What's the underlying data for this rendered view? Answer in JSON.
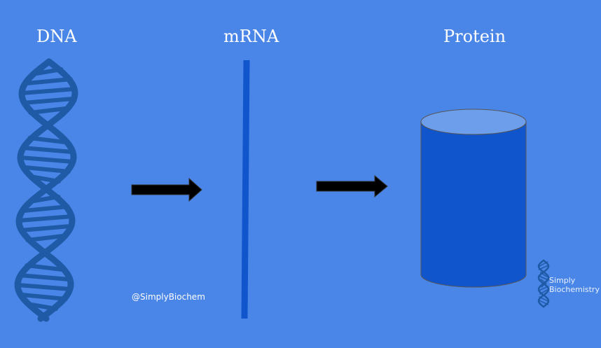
{
  "labels": {
    "dna": "DNA",
    "mrna": "mRNA",
    "protein": "Protein"
  },
  "watermark": {
    "handle": "@SimplyBiochem",
    "logo_line1": "Simply",
    "logo_line2": "Biochemistry"
  },
  "colors": {
    "background": "#4a86e8",
    "dna_helix": "#1f5aa6",
    "mrna_strand": "#1155cc",
    "cylinder_body": "#1155cc",
    "cylinder_top": "#6d9eeb",
    "arrow": "#000000",
    "text": "#ffffff"
  },
  "icons": {
    "dna": "dna-helix-icon",
    "mrna": "mrna-strand-line",
    "protein": "cylinder-shape",
    "arrow": "right-arrow-icon",
    "logo": "small-dna-helix-icon"
  }
}
